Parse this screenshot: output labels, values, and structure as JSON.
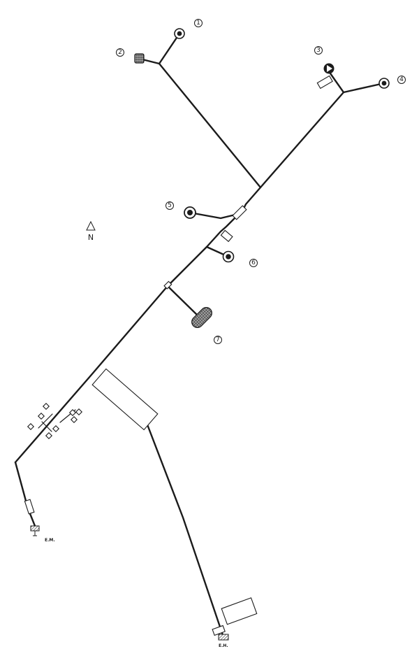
{
  "title": "",
  "colors": {
    "ink": "#1b1b1b",
    "paper": "#ffffff",
    "hatch": "#555555"
  },
  "north_arrow": {
    "label": "N"
  },
  "callouts": [
    {
      "id": "1",
      "label": "①",
      "symbol": "well"
    },
    {
      "id": "2",
      "label": "②",
      "symbol": "stippled-square"
    },
    {
      "id": "3",
      "label": "③",
      "symbol": "pump-triangle"
    },
    {
      "id": "4",
      "label": "④",
      "symbol": "well"
    },
    {
      "id": "5",
      "label": "⑤",
      "symbol": "well"
    },
    {
      "id": "6",
      "label": "⑥",
      "symbol": "well"
    },
    {
      "id": "7",
      "label": "⑦",
      "symbol": "stippled-oval"
    }
  ],
  "terminals": {
    "em": {
      "label": "E.M."
    },
    "eh": {
      "label": "E.H."
    }
  }
}
